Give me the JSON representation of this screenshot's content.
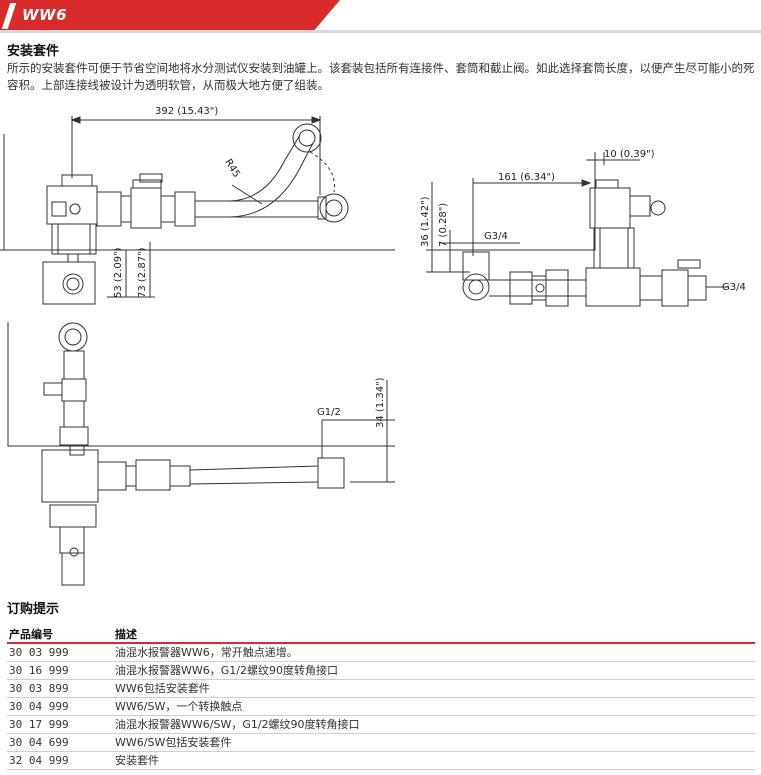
{
  "header": {
    "title": "WW6"
  },
  "section": {
    "title": "安装套件",
    "intro": "所示的安装套件可便于节省空间地将水分测试仪安装到油罐上。该套装包括所有连接件、套筒和截止阀。如此选择套筒长度，以便产生尽可能小的死容积。上部连接线被设计为透明软管，从而极大地方便了组装。"
  },
  "drawings": {
    "top_left": {
      "dim_length": "392 (15.43\")",
      "radius": "R45",
      "dim_53": "53 (2.09\")",
      "dim_73": "73 (2.87\")"
    },
    "top_right": {
      "dim_10": "10 (0.39\")",
      "dim_161": "161 (6.34\")",
      "dim_36": "36 (1.42\")",
      "dim_7": "7 (0.28\")",
      "thread_left": "G3/4",
      "thread_right": "G3/4"
    },
    "bottom_left": {
      "thread": "G1/2",
      "dim_34": "34 (1.34\")"
    }
  },
  "ordering": {
    "title": "订购提示",
    "headers": {
      "code": "产品编号",
      "desc": "描述"
    },
    "rows": [
      {
        "code": "30 03 999",
        "desc": "油混水报警器WW6，常开触点递增。"
      },
      {
        "code": "30 16 999",
        "desc": "油混水报警器WW6，G1/2螺纹90度转角接口"
      },
      {
        "code": "30 03 899",
        "desc": "WW6包括安装套件"
      },
      {
        "code": "30 04 999",
        "desc": "WW6/SW，一个转换触点"
      },
      {
        "code": "30 17 999",
        "desc": "油混水报警器WW6/SW，G1/2螺纹90度转角接口"
      },
      {
        "code": "30 04 699",
        "desc": "WW6/SW包括安装套件"
      },
      {
        "code": "32 04 999",
        "desc": "安装套件"
      }
    ]
  },
  "colors": {
    "accent": "#d92b2b",
    "line": "#333333"
  }
}
